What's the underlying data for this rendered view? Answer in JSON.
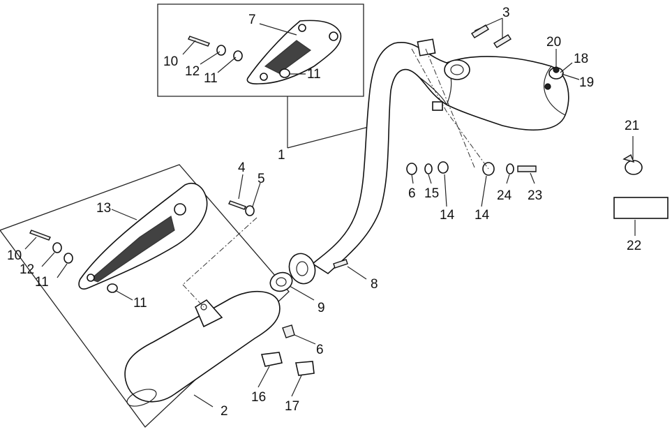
{
  "callouts": {
    "c1": "1",
    "c2": "2",
    "c3": "3",
    "c4": "4",
    "c5": "5",
    "c6a": "6",
    "c6b": "6",
    "c7": "7",
    "c8": "8",
    "c9": "9",
    "c10a": "10",
    "c10b": "10",
    "c11a": "11",
    "c11b": "11",
    "c11c": "11",
    "c11d": "11",
    "c12a": "12",
    "c12b": "12",
    "c13": "13",
    "c14a": "14",
    "c14b": "14",
    "c15": "15",
    "c16": "16",
    "c17": "17",
    "c18": "18",
    "c19": "19",
    "c20": "20",
    "c21": "21",
    "c22": "22",
    "c23": "23",
    "c24": "24"
  }
}
